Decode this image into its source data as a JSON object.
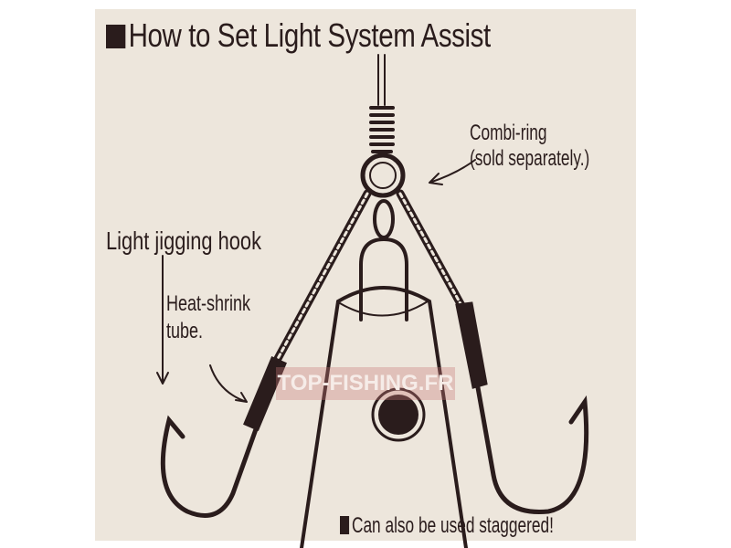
{
  "title": "How to Set Light System Assist",
  "labels": {
    "combi_ring_line1": "Combi-ring",
    "combi_ring_line2": "(sold separately.)",
    "light_jigging_hook": "Light jigging hook",
    "heat_shrink_line1": "Heat-shrink",
    "heat_shrink_line2": "tube.",
    "staggered_note": "Can also be used staggered!"
  },
  "watermark": "TOP-FISHING.FR",
  "colors": {
    "background": "#ede6dc",
    "ink": "#2a1c1c"
  }
}
